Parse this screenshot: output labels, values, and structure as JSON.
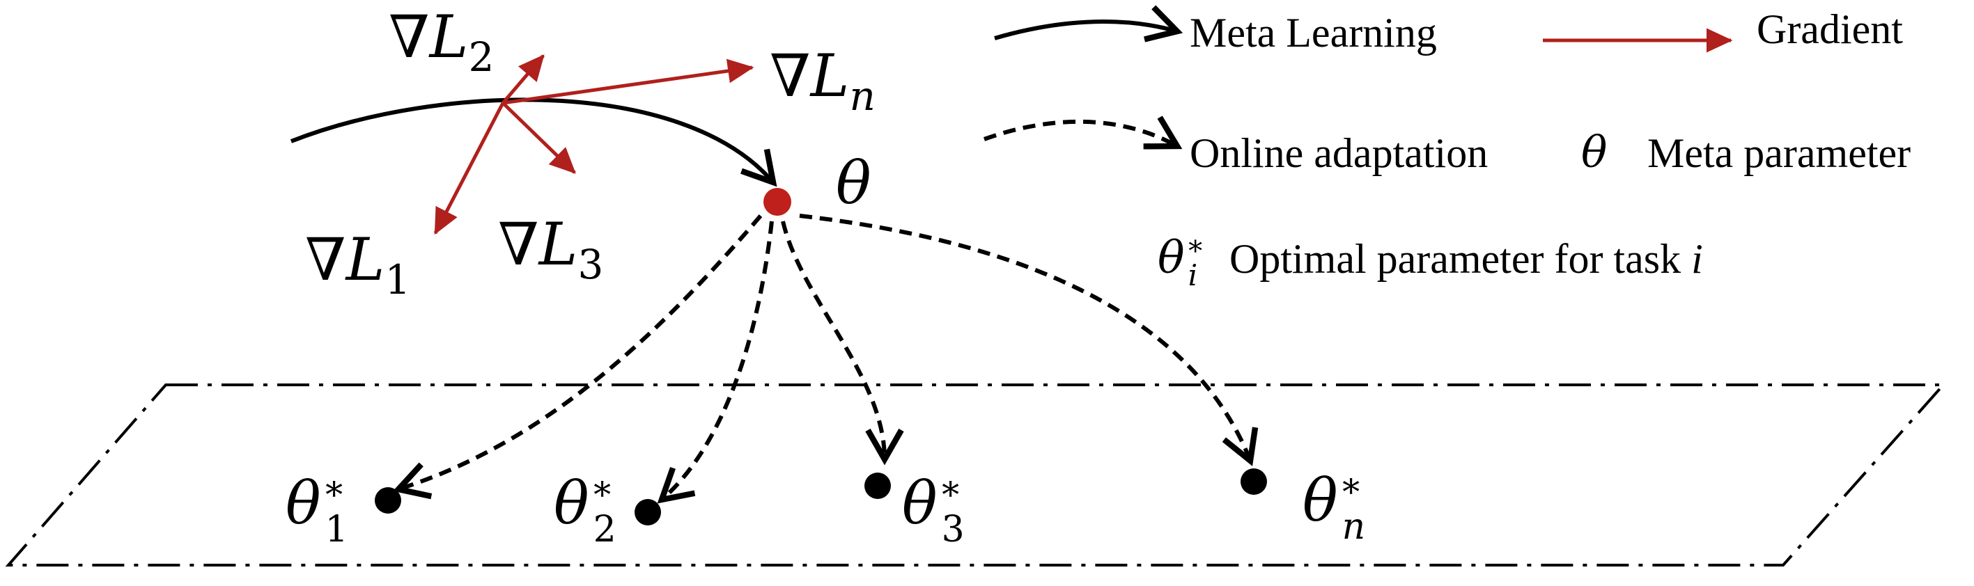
{
  "colors": {
    "meta_learning": "#000000",
    "gradient": "#b0201c",
    "meta_parameter_point": "#c0201c",
    "optimal_point": "#000000",
    "task_plane": "#000000"
  },
  "math": {
    "nabla": "∇",
    "L": "L",
    "theta": "θ",
    "star": "∗"
  },
  "gradients": [
    {
      "id": "g1",
      "sub": "1"
    },
    {
      "id": "g2",
      "sub": "2"
    },
    {
      "id": "g3",
      "sub": "3"
    },
    {
      "id": "gn",
      "sub": "n"
    }
  ],
  "optimal_params": [
    {
      "id": "t1",
      "sub": "1"
    },
    {
      "id": "t2",
      "sub": "2"
    },
    {
      "id": "t3",
      "sub": "3"
    },
    {
      "id": "tn",
      "sub": "n"
    }
  ],
  "legend": {
    "meta_learning": "Meta Learning",
    "gradient": "Gradient",
    "online_adaptation": "Online adaptation",
    "meta_parameter": "Meta parameter",
    "optimal_parameter": "Optimal parameter for task",
    "task_index": "i"
  }
}
